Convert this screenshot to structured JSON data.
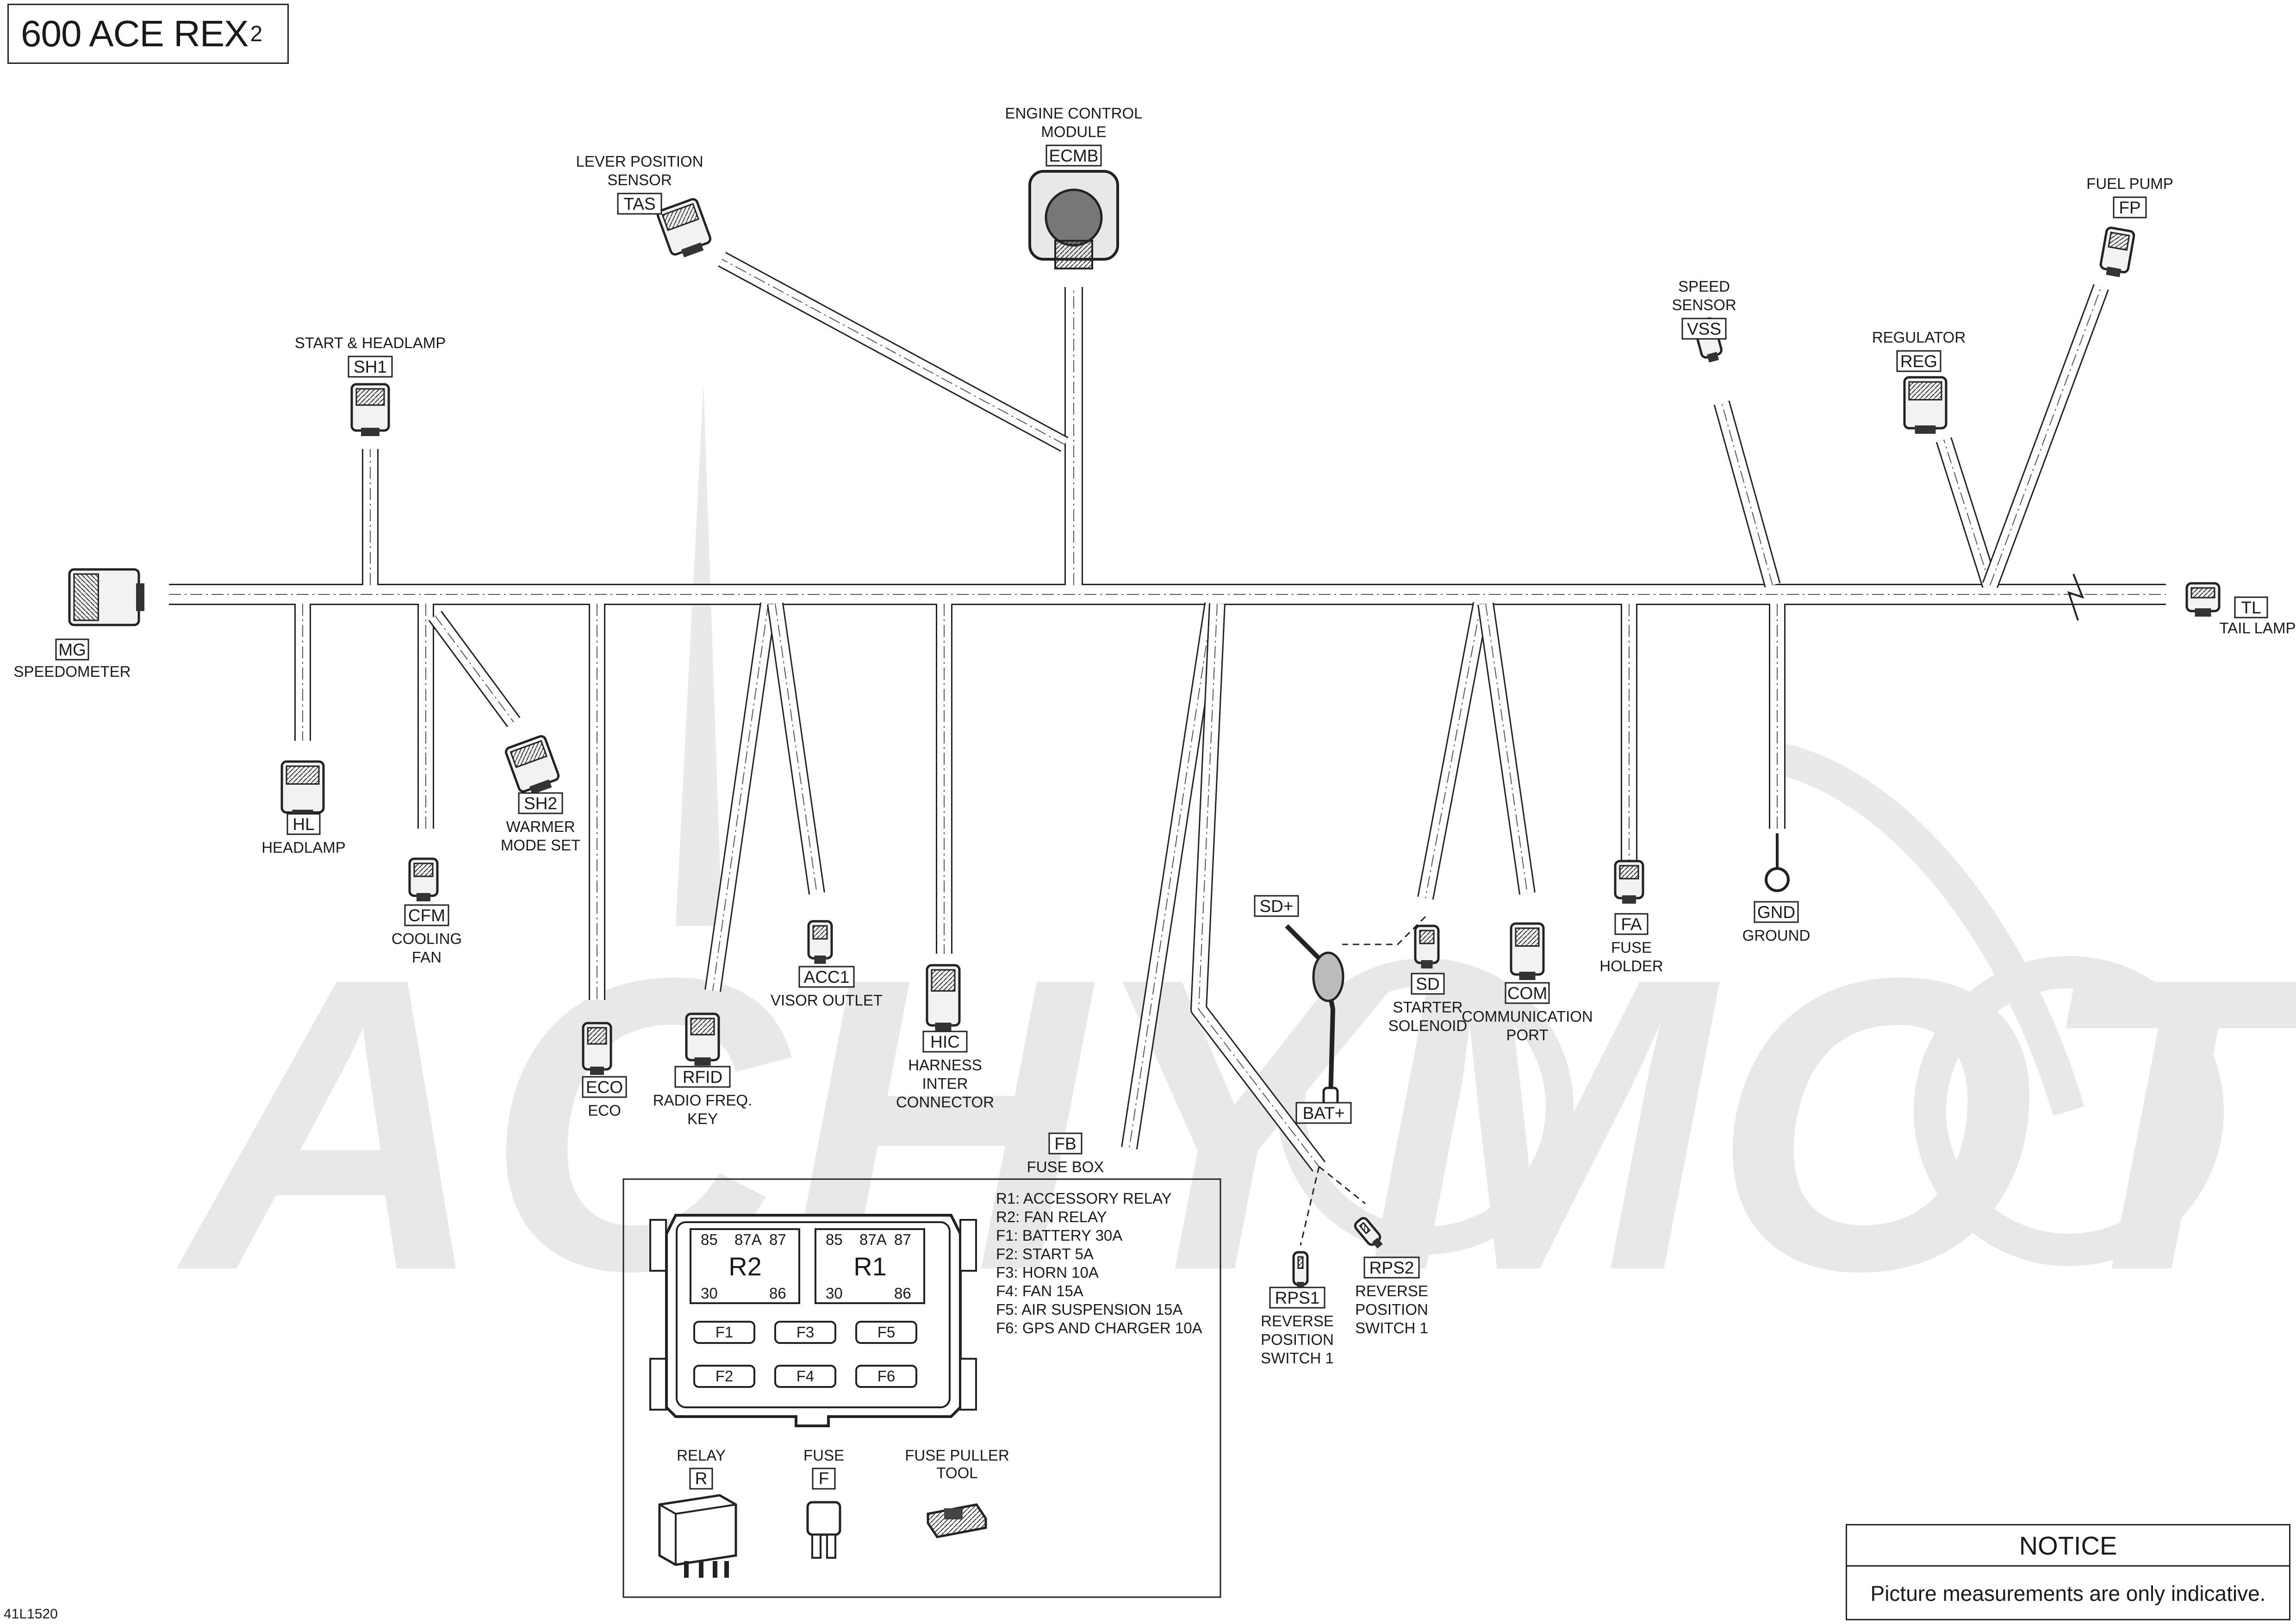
{
  "title": {
    "text": "600 ACE REX",
    "sup": "2"
  },
  "notice": {
    "heading": "NOTICE",
    "text": "Picture measurements are only indicative."
  },
  "doc_id": "41L1520",
  "watermark": "ACHYMOTO",
  "components": {
    "mg": {
      "code": "MG",
      "label": [
        "SPEEDOMETER"
      ]
    },
    "sh1": {
      "code": "SH1",
      "label": [
        "START & HEADLAMP"
      ]
    },
    "tas": {
      "code": "TAS",
      "label": [
        "LEVER POSITION",
        "SENSOR"
      ]
    },
    "ecmb": {
      "code": "ECMB",
      "label": [
        "ENGINE CONTROL",
        "MODULE"
      ]
    },
    "vss": {
      "code": "VSS",
      "label": [
        "SPEED",
        "SENSOR"
      ]
    },
    "reg": {
      "code": "REG",
      "label": [
        "REGULATOR"
      ]
    },
    "fp": {
      "code": "FP",
      "label": [
        "FUEL PUMP"
      ]
    },
    "tl": {
      "code": "TL",
      "label": [
        "TAIL LAMP"
      ]
    },
    "hl": {
      "code": "HL",
      "label": [
        "HEADLAMP"
      ]
    },
    "sh2": {
      "code": "SH2",
      "label": [
        "WARMER",
        "MODE SET"
      ]
    },
    "cfm": {
      "code": "CFM",
      "label": [
        "COOLING",
        "FAN"
      ]
    },
    "eco": {
      "code": "ECO",
      "label": [
        "ECO"
      ]
    },
    "rfid": {
      "code": "RFID",
      "label": [
        "RADIO FREQ.",
        "KEY"
      ]
    },
    "acc1": {
      "code": "ACC1",
      "label": [
        "VISOR OUTLET"
      ]
    },
    "hic": {
      "code": "HIC",
      "label": [
        "HARNESS",
        "INTER",
        "CONNECTOR"
      ]
    },
    "fb": {
      "code": "FB",
      "label": [
        "FUSE BOX"
      ]
    },
    "sdp": {
      "code": "SD+",
      "label": []
    },
    "batp": {
      "code": "BAT+",
      "label": []
    },
    "sd": {
      "code": "SD",
      "label": [
        "STARTER",
        "SOLENOID"
      ]
    },
    "com": {
      "code": "COM",
      "label": [
        "COMMUNICATION",
        "PORT"
      ]
    },
    "fa": {
      "code": "FA",
      "label": [
        "FUSE",
        "HOLDER"
      ]
    },
    "gnd": {
      "code": "GND",
      "label": [
        "GROUND"
      ]
    },
    "rps1": {
      "code": "RPS1",
      "label": [
        "REVERSE",
        "POSITION",
        "SWITCH 1"
      ]
    },
    "rps2": {
      "code": "RPS2",
      "label": [
        "REVERSE",
        "POSITION",
        "SWITCH 1"
      ]
    }
  },
  "fuse_box": {
    "legend": [
      "R1: ACCESSORY RELAY",
      "R2: FAN RELAY",
      "F1: BATTERY 30A",
      "F2: START 5A",
      "F3: HORN 10A",
      "F4: FAN 15A",
      "F5: AIR SUSPENSION 15A",
      "F6: GPS AND CHARGER 10A"
    ],
    "relays": [
      {
        "name": "R2",
        "pins": [
          "85",
          "87A",
          "87",
          "30",
          "86"
        ]
      },
      {
        "name": "R1",
        "pins": [
          "85",
          "87A",
          "87",
          "30",
          "86"
        ]
      }
    ],
    "fuses": [
      "F1",
      "F3",
      "F5",
      "F2",
      "F4",
      "F6"
    ],
    "parts": [
      {
        "code": "R",
        "label": [
          "RELAY"
        ]
      },
      {
        "code": "F",
        "label": [
          "FUSE"
        ]
      },
      {
        "code": "",
        "label": [
          "FUSE PULLER",
          "TOOL"
        ]
      }
    ]
  }
}
